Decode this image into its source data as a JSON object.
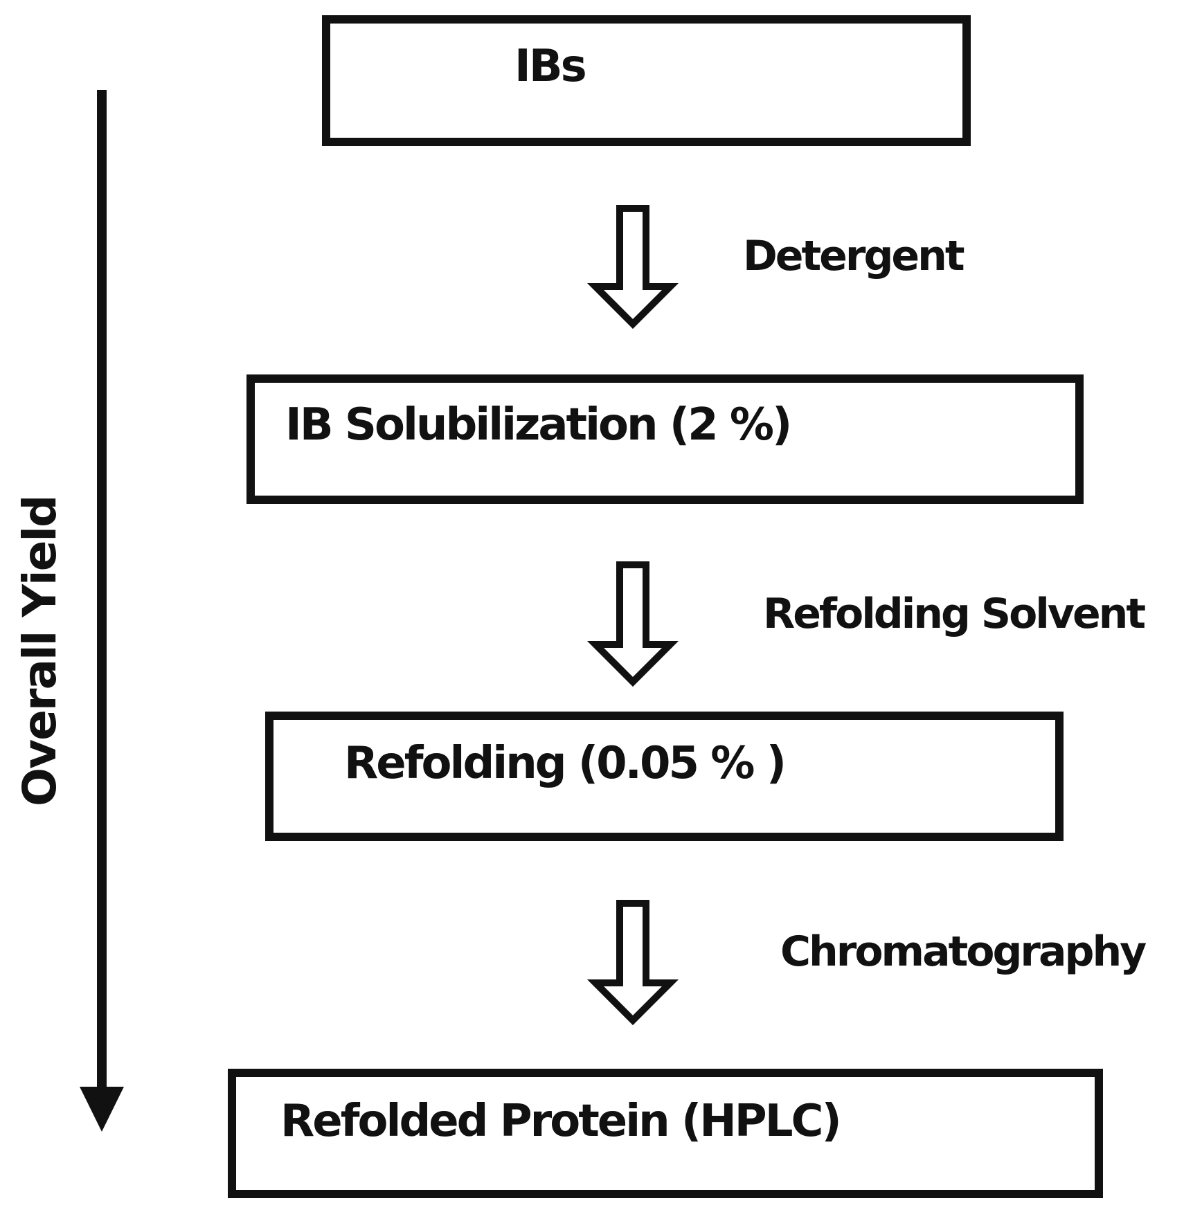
{
  "diagram": {
    "y_axis_label": "Overall Yield",
    "boxes": [
      {
        "label": "IBs"
      },
      {
        "label": "IB Solubilization (2 %)"
      },
      {
        "label": "Refolding (0.05 % )"
      },
      {
        "label": "Refolded Protein (HPLC)"
      }
    ],
    "steps": [
      {
        "label": "Detergent"
      },
      {
        "label": "Refolding Solvent"
      },
      {
        "label": "Chromatography"
      }
    ]
  }
}
